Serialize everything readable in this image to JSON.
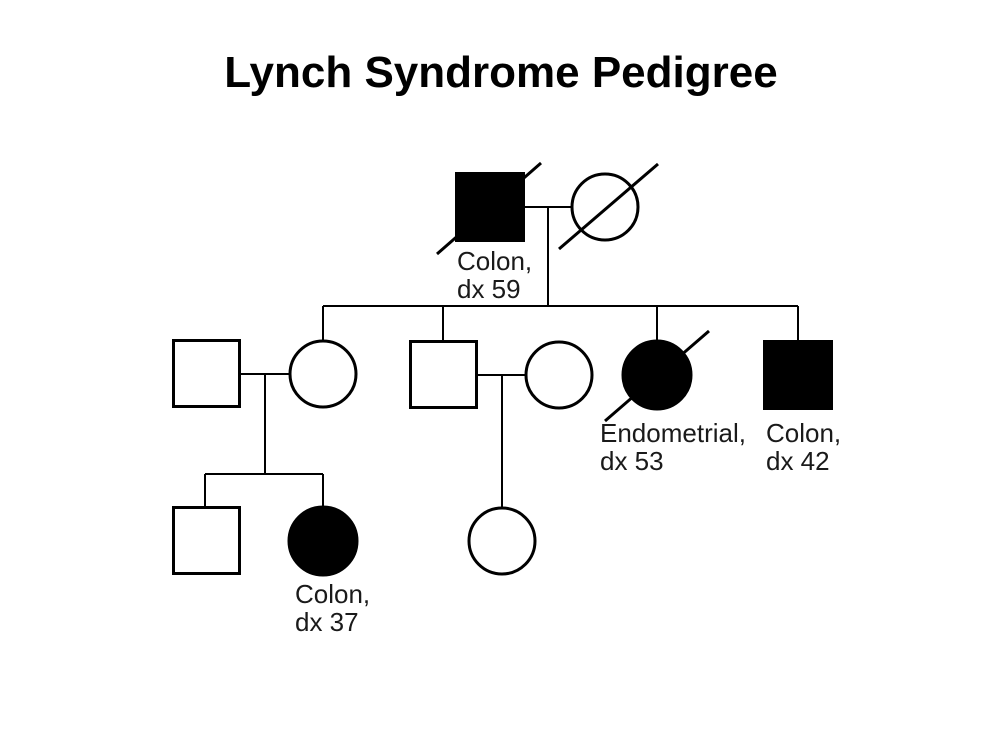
{
  "title": "Lynch Syndrome Pedigree",
  "colors": {
    "background": "#ffffff",
    "line": "#000000",
    "affected_fill": "#000000",
    "unaffected_fill": "#ffffff"
  },
  "diagram_type": "pedigree",
  "individuals": [
    {
      "id": "I-1",
      "generation": 1,
      "sex": "male",
      "affected": true,
      "deceased": true,
      "condition": "Colon",
      "diagnosis_age": 59,
      "label_line1": "Colon,",
      "label_line2": "dx 59"
    },
    {
      "id": "I-2",
      "generation": 1,
      "sex": "female",
      "affected": false,
      "deceased": true
    },
    {
      "id": "II-1",
      "generation": 2,
      "sex": "male",
      "affected": false,
      "deceased": false
    },
    {
      "id": "II-2",
      "generation": 2,
      "sex": "female",
      "affected": false,
      "deceased": false
    },
    {
      "id": "II-3",
      "generation": 2,
      "sex": "male",
      "affected": false,
      "deceased": false
    },
    {
      "id": "II-4",
      "generation": 2,
      "sex": "female",
      "affected": false,
      "deceased": false
    },
    {
      "id": "II-5",
      "generation": 2,
      "sex": "female",
      "affected": true,
      "deceased": true,
      "condition": "Endometrial",
      "diagnosis_age": 53,
      "label_line1": "Endometrial,",
      "label_line2": "dx 53"
    },
    {
      "id": "II-6",
      "generation": 2,
      "sex": "male",
      "affected": true,
      "deceased": false,
      "condition": "Colon",
      "diagnosis_age": 42,
      "label_line1": "Colon,",
      "label_line2": "dx 42"
    },
    {
      "id": "III-1",
      "generation": 3,
      "sex": "male",
      "affected": false,
      "deceased": false
    },
    {
      "id": "III-2",
      "generation": 3,
      "sex": "female",
      "affected": true,
      "deceased": false,
      "condition": "Colon",
      "diagnosis_age": 37,
      "label_line1": "Colon,",
      "label_line2": "dx 37"
    },
    {
      "id": "III-3",
      "generation": 3,
      "sex": "female",
      "affected": false,
      "deceased": false
    }
  ]
}
